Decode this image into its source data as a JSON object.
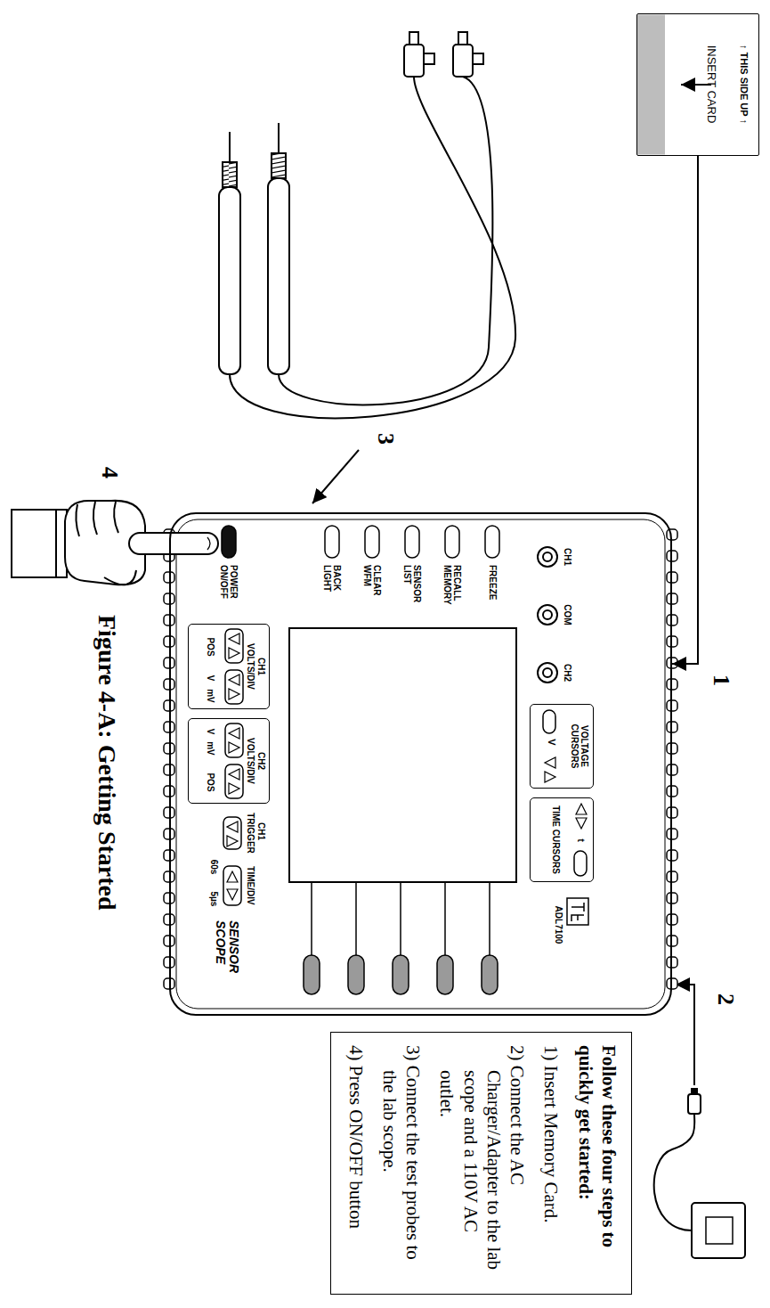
{
  "diagram": {
    "caption": "Figure 4-A: Getting Started",
    "nodes": [
      {
        "text": [
          "↑ THIS SIDE UP ↑",
          "INSERT CARD"
        ]
      },
      {
        "text": [
          "ADL7100",
          "SENSOR SCOPE"
        ]
      },
      {
        "text": [
          "VOLTAGE CURSORS",
          "V"
        ],
        "in": 1
      },
      {
        "text": [
          "t",
          "TIME CURSORS"
        ],
        "in": 1
      },
      {
        "text": [
          "CH1",
          "VOLTS/DIV",
          "POS",
          "V",
          "mV"
        ],
        "in": 1
      },
      {
        "text": [
          "CH2",
          "VOLTS/DIV",
          "V",
          "mV",
          "POS"
        ],
        "in": 1
      },
      {
        "text": [
          "Follow these four steps to quickly get started:",
          "1) Insert Memory Card.",
          "2) Connect the AC Charger/Adapter to the lab scope and a 110V AC outlet.",
          "3) Connect the test probes to the lab scope.",
          "4) Press ON/OFF button"
        ]
      }
    ],
    "edges": [
      {
        "from": 0,
        "to": 1,
        "arrow": "to",
        "label": "1"
      }
    ],
    "labels": [
      "2",
      "3",
      "4",
      "CH1",
      "COM",
      "CH2",
      "FREEZE",
      "RECALL MEMORY",
      "SENSOR LIST",
      "CLEAR WFM",
      "BACK LIGHT",
      "POWER ON/OFF",
      "CH1",
      "TRIGGER",
      "TIME/DIV",
      "60s",
      "5µs"
    ]
  }
}
